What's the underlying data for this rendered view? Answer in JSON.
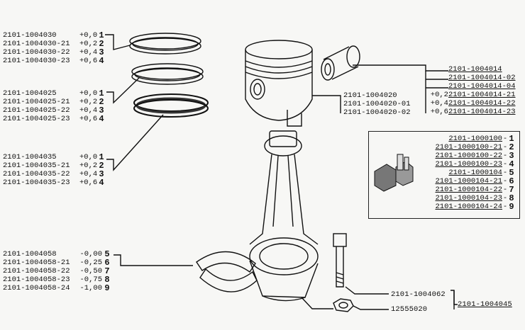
{
  "rings_top": {
    "rows": [
      {
        "part": "2101-1004030",
        "size": "+0,0",
        "index": "1"
      },
      {
        "part": "2101-1004030-21",
        "size": "+0,2",
        "index": "2"
      },
      {
        "part": "2101-1004030-22",
        "size": "+0,4",
        "index": "3"
      },
      {
        "part": "2101-1004030-23",
        "size": "+0,6",
        "index": "4"
      }
    ]
  },
  "rings_middle": {
    "rows": [
      {
        "part": "2101-1004025",
        "size": "+0,0",
        "index": "1"
      },
      {
        "part": "2101-1004025-21",
        "size": "+0,2",
        "index": "2"
      },
      {
        "part": "2101-1004025-22",
        "size": "+0,4",
        "index": "3"
      },
      {
        "part": "2101-1004025-23",
        "size": "+0,6",
        "index": "4"
      }
    ]
  },
  "rings_oil": {
    "rows": [
      {
        "part": "2101-1004035",
        "size": "+0,0",
        "index": "1"
      },
      {
        "part": "2101-1004035-21",
        "size": "+0,2",
        "index": "2"
      },
      {
        "part": "2101-1004035-22",
        "size": "+0,4",
        "index": "3"
      },
      {
        "part": "2101-1004035-23",
        "size": "+0,6",
        "index": "4"
      }
    ]
  },
  "bearings": {
    "rows": [
      {
        "part": "2101-1004058",
        "size": "-0,00",
        "index": "5"
      },
      {
        "part": "2101-1004058-21",
        "size": "-0,25",
        "index": "6"
      },
      {
        "part": "2101-1004058-22",
        "size": "-0,50",
        "index": "7"
      },
      {
        "part": "2101-1004058-23",
        "size": "-0,75",
        "index": "8"
      },
      {
        "part": "2101-1004058-24",
        "size": "-1,00",
        "index": "9"
      }
    ]
  },
  "piston": {
    "parts": [
      "2101-1004020",
      "2101-1004020-01",
      "2101-1004020-02"
    ]
  },
  "pin": {
    "rows": [
      {
        "size": "",
        "part": "2101-1004014"
      },
      {
        "size": "",
        "part": "2101-1004014-02"
      },
      {
        "size": "",
        "part": "2101-1004014-04"
      },
      {
        "size": "+0,2",
        "part": "2101-1004014-21"
      },
      {
        "size": "+0,4",
        "part": "2101-1004014-22"
      },
      {
        "size": "+0,6",
        "part": "2101-1004014-23"
      }
    ]
  },
  "assembly_box": {
    "rows": [
      {
        "part": "2101-1000100",
        "index": "1"
      },
      {
        "part": "2101-1000100-21",
        "index": "2"
      },
      {
        "part": "2101-1000100-22",
        "index": "3"
      },
      {
        "part": "2101-1000100-23",
        "index": "4"
      },
      {
        "part": "2101-1000104",
        "index": "5"
      },
      {
        "part": "2101-1000104-21",
        "index": "6"
      },
      {
        "part": "2101-1000104-22",
        "index": "7"
      },
      {
        "part": "2101-1000104-23",
        "index": "8"
      },
      {
        "part": "2101-1000104-24",
        "index": "9"
      }
    ]
  },
  "bolt": {
    "part": "2101-1004062"
  },
  "nut": {
    "part": "12555020"
  },
  "rod": {
    "part": "2101-1004045"
  }
}
